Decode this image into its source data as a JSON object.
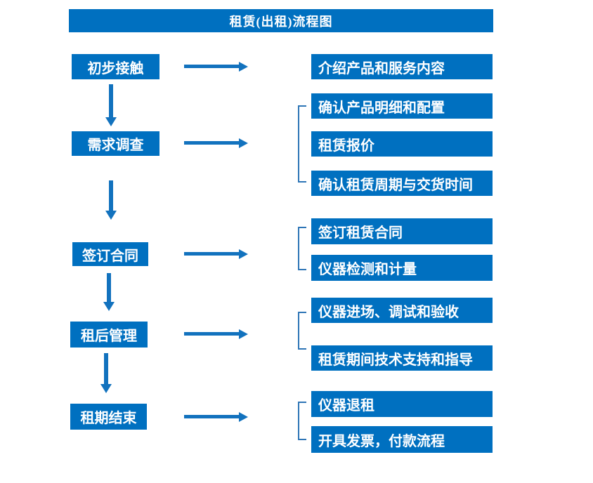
{
  "title": "租赁(出租)流程图",
  "colors": {
    "box_blue": "#0070C0",
    "arrow_blue": "#1272BE",
    "bracket_blue": "#2E75B6",
    "text_white": "#FFFFFF"
  },
  "stages": [
    {
      "label": "初步接触",
      "outputs": [
        "介绍产品和服务内容"
      ]
    },
    {
      "label": "需求调查",
      "outputs": [
        "确认产品明细和配置",
        "租赁报价",
        "确认租赁周期与交货时间"
      ]
    },
    {
      "label": "签订合同",
      "outputs": [
        "签订租赁合同",
        "仪器检测和计量"
      ]
    },
    {
      "label": "租后管理",
      "outputs": [
        "仪器进场、调试和验收",
        "租赁期间技术支持和指导"
      ]
    },
    {
      "label": "租期结束",
      "outputs": [
        "仪器退租",
        "开具发票，付款流程"
      ]
    }
  ]
}
